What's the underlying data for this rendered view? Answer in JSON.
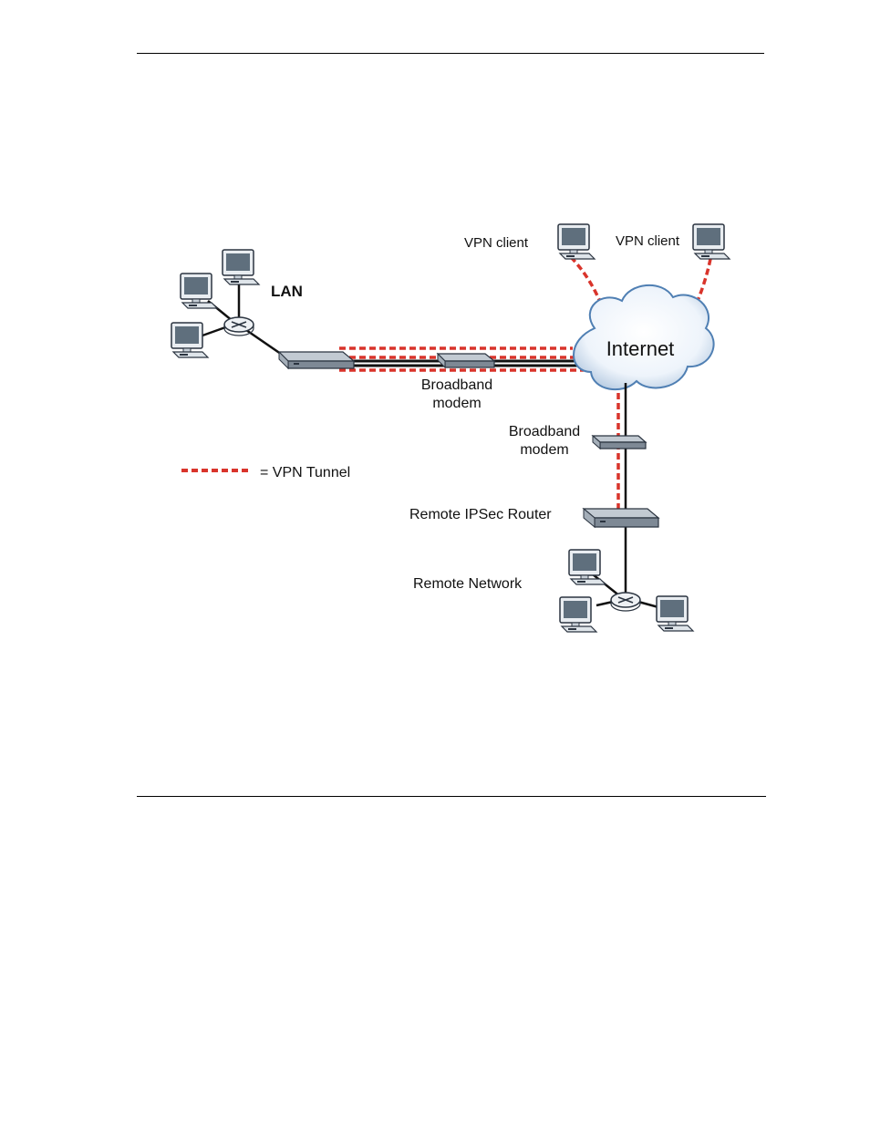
{
  "labels": {
    "lan": "LAN",
    "vpn_client_1": "VPN client",
    "vpn_client_2": "VPN client",
    "internet": "Internet",
    "broadband_modem_1": [
      "Broadband",
      "modem"
    ],
    "broadband_modem_2": [
      "Broadband",
      "modem"
    ],
    "remote_router": "Remote IPSec Router",
    "remote_network": "Remote Network"
  },
  "legend": {
    "text": "= VPN Tunnel"
  },
  "colors": {
    "tunnel": "#d9342b",
    "cable": "#111111",
    "device": "#8f9aa6",
    "device_dark": "#5c6670",
    "screen": "#5f6f7d"
  }
}
